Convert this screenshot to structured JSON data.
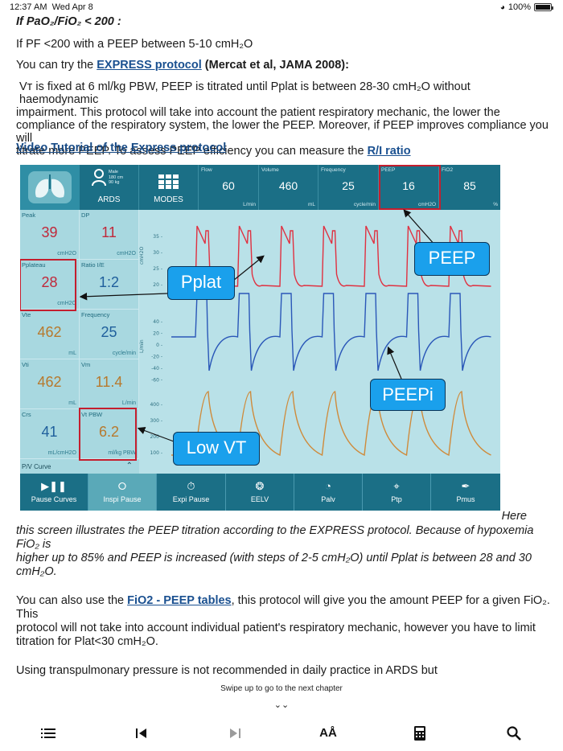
{
  "status": {
    "time": "12:37 AM",
    "date": "Wed Apr 8",
    "battery": "100%",
    "battery_level": 1.0
  },
  "content": {
    "heading_italic": "If PaO₂/FiO₂ < 200 :",
    "para1": "If PF <200 with a PEEP between 5-10 cmH₂O",
    "para2_prefix": "You can try the ",
    "express_link": "EXPRESS protocol",
    "para2_suffix": " (Mercat et al, JAMA 2008):",
    "para3_line1": "Vт is fixed at 6 ml/kg PBW, PEEP is titrated until Pplat is between 28-30 cmH₂O without haemodynamic",
    "para3_line2": "impairment. This protocol will take into account the patient respiratory mechanic, the lower the",
    "para3_line3": "compliance of the respiratory system, the lower the PEEP. Moreover, if PEEP improves compliance you will",
    "para3_line4_prefix": "titrate more PEEP. To assess PEEP efficiency you can measure the ",
    "ri_link": "R/I ratio",
    "video_link": "Video Tutorial of the Express protocol",
    "here_word": "Here",
    "caption_line1": "this screen illustrates the PEEP titration according to the EXPRESS protocol. Because of hypoxemia FiO₂ is",
    "caption_line2": "higher up to 85% and PEEP is increased (with steps  of 2-5 cmH₂O) until Pplat is between 28 and 30",
    "caption_line3": "cmH₂O.",
    "para4_prefix": "You can also use the ",
    "fio2_link": "FiO2 - PEEP tables",
    "para4_line1_suffix": ", this protocol will give you the amount PEEP for a given FiO₂. This",
    "para4_line2": "protocol will not take into account individual patient's respiratory mechanic, however you have to limit",
    "para4_line3": "titration for Plat<30 cmH₂O.",
    "para5": "Using transpulmonary pressure is not recommended in daily practice in ARDS but"
  },
  "ventilator": {
    "patient": {
      "sex": "Male",
      "height": "180 cm",
      "weight": "90 kg",
      "mode_label": "ARDS"
    },
    "modes_label": "MODES",
    "top_params": [
      {
        "label": "Flow",
        "value": "60",
        "unit": "L/min"
      },
      {
        "label": "Volume",
        "value": "460",
        "unit": "mL"
      },
      {
        "label": "Frequency",
        "value": "25",
        "unit": "cycle/min"
      },
      {
        "label": "PEEP",
        "value": "16",
        "unit": "cmH2O"
      },
      {
        "label": "FiO2",
        "value": "85",
        "unit": "%"
      }
    ],
    "measures": [
      {
        "label": "Peak",
        "value": "39",
        "unit": "cmH2O",
        "color": "#c0283a"
      },
      {
        "label": "DP",
        "value": "11",
        "unit": "cmH2O",
        "color": "#c0283a"
      },
      {
        "label": "Pplateau",
        "value": "28",
        "unit": "cmH2O",
        "color": "#c0283a"
      },
      {
        "label": "Ratio I/E",
        "value": "1:2",
        "unit": "",
        "color": "#1f5f9c"
      },
      {
        "label": "Vte",
        "value": "462",
        "unit": "mL",
        "color": "#b7792d"
      },
      {
        "label": "Frequency",
        "value": "25",
        "unit": "cycle/min",
        "color": "#1f5f9c"
      },
      {
        "label": "Vti",
        "value": "462",
        "unit": "mL",
        "color": "#b7792d"
      },
      {
        "label": "Vm",
        "value": "11.4",
        "unit": "L/min",
        "color": "#b7792d"
      },
      {
        "label": "Crs",
        "value": "41",
        "unit": "mL/cmH2O",
        "color": "#1f5f9c"
      },
      {
        "label": "Vt PBW",
        "value": "6.2",
        "unit": "ml/kg PBW",
        "color": "#b7792d"
      }
    ],
    "pv_curve_label": "P/V Curve",
    "axis_units": {
      "pressure": "cmH2O",
      "flow": "L/min"
    },
    "pressure_ticks": [
      "35",
      "30",
      "25",
      "20"
    ],
    "flow_ticks": [
      "40",
      "20",
      "0",
      "-20",
      "-40",
      "-60"
    ],
    "volume_ticks": [
      "400",
      "300",
      "200",
      "100"
    ],
    "callouts": {
      "pplat": "Pplat",
      "peep": "PEEP",
      "peepi": "PEEPi",
      "low_vt": "Low VT"
    },
    "bottom_buttons": [
      {
        "label": "Pause Curves",
        "icon": "play-pause-icon"
      },
      {
        "label": "Inspi Pause",
        "icon": "inspi-pause-icon"
      },
      {
        "label": "Expi Pause",
        "icon": "stopwatch-icon"
      },
      {
        "label": "EELV",
        "icon": "lungs-icon"
      },
      {
        "label": "Palv",
        "icon": "gauge-icon"
      },
      {
        "label": "Ptp",
        "icon": "target-icon"
      },
      {
        "label": "Pmus",
        "icon": "muscle-icon"
      }
    ],
    "colors": {
      "pressure": "#e03040",
      "flow": "#2a57b8",
      "volume": "#cf8a3a"
    }
  },
  "footer": {
    "swipe_text": "Swipe up to go to the next chapter"
  },
  "toolbar": {
    "buttons": [
      "list-icon",
      "previous-icon",
      "next-icon",
      "text-size-icon",
      "calculator-icon",
      "search-icon"
    ]
  }
}
